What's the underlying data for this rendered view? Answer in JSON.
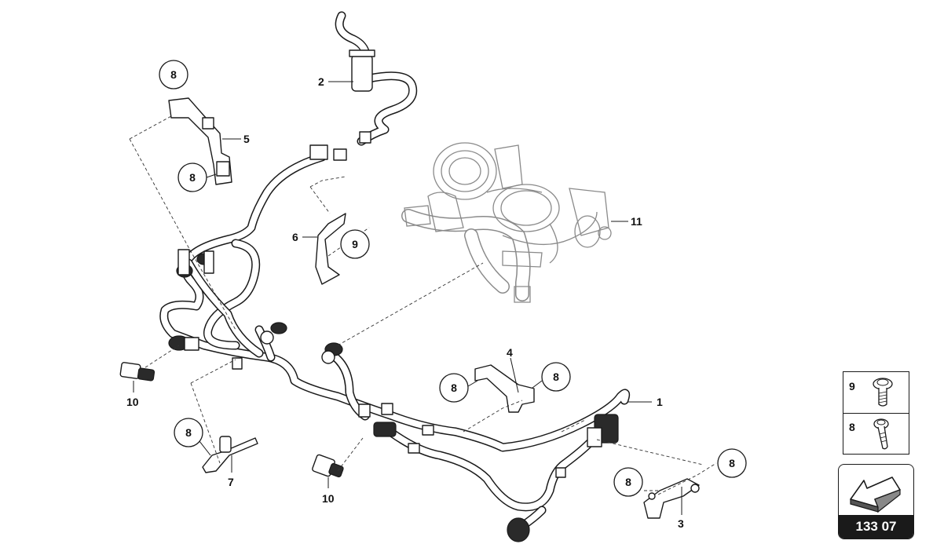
{
  "callouts": {
    "c1": "8",
    "c2": "8",
    "c3": "9",
    "c4": "8",
    "c5": "8",
    "c6": "8",
    "c7": "8",
    "c8": "8",
    "c9": "8"
  },
  "labels": {
    "part1": "1",
    "part2": "2",
    "part3": "3",
    "part4": "4",
    "part5": "5",
    "part6": "6",
    "part7": "7",
    "part10a": "10",
    "part10b": "10",
    "part11": "11"
  },
  "legend": {
    "row1_number": "9",
    "row1_icon": "bolt-flange-icon",
    "row2_number": "8",
    "row2_icon": "bolt-long-icon"
  },
  "nav": {
    "code": "133 07",
    "icon": "arrow-back-icon"
  }
}
